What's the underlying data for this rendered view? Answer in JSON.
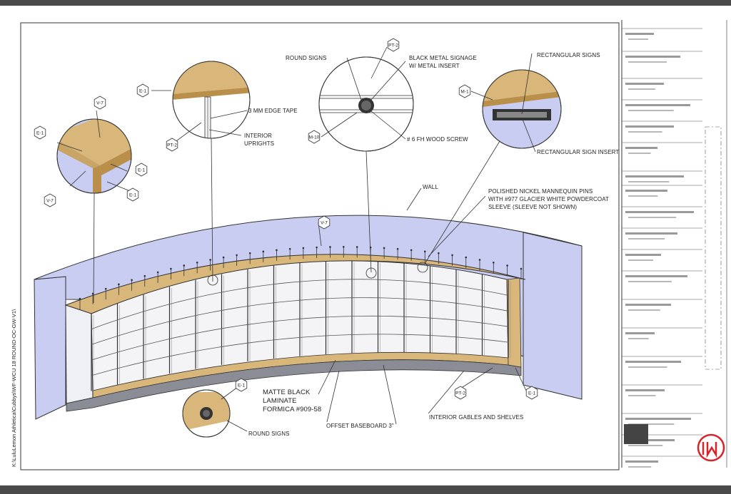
{
  "file_path": "K:\\LuluLemon Athletica\\Cubbys\\WF-WCU 18 ROUND-OC-GW-V1\\",
  "labels": {
    "round_signs_top": "ROUND SIGNS",
    "black_metal_1": "BLACK METAL SIGNAGE",
    "black_metal_2": "W/ METAL INSERT",
    "rectangular_signs": "RECTANGULAR SIGNS",
    "edge_tape": "3 MM  EDGE TAPE",
    "interior_uprights_1": "INTERIOR",
    "interior_uprights_2": "UPRIGHTS",
    "wood_screw": "# 6 FH WOOD SCREW",
    "rect_sign_insert": "RECTANGULAR SIGN INSERT",
    "wall": "WALL",
    "pins_1": "POLISHED NICKEL MANNEQUIN PINS",
    "pins_2": "WITH #977 GLACIER WHITE POWDERCOAT",
    "pins_3": "SLEEVE (SLEEVE NOT SHOWN)",
    "matte_1": "MATTE BLACK",
    "matte_2": "LAMINATE",
    "matte_3": "FORMICA #909-58",
    "offset_baseboard": "OFFSET BASEBOARD 3\"",
    "interior_gables": "INTERIOR GABLES AND SHELVES",
    "round_signs_bottom": "ROUND SIGNS"
  },
  "tags": {
    "v7": "V-7",
    "e1": "E-1",
    "pt2": "PT-2",
    "m1": "M-1",
    "m10": "M-10"
  },
  "colors": {
    "wall": "#c9cdf2",
    "wood": "#d9b77a",
    "wood_dark": "#b98f4a",
    "cubby_face": "#f4f4f6",
    "baseboard": "#8a8d96",
    "frame_bar": "#4a4a4a",
    "brand_red": "#d8232a"
  }
}
